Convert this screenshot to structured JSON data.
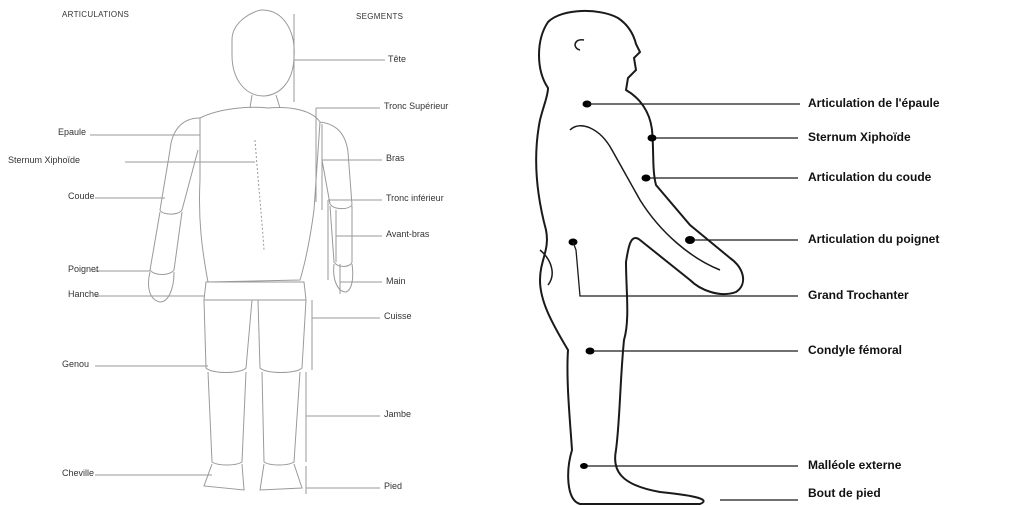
{
  "headers": {
    "articulations": "ARTICULATIONS",
    "segments": "SEGMENTS"
  },
  "left_labels": {
    "epaule": "Epaule",
    "sternum": "Sternum Xiphoïde",
    "coude": "Coude",
    "poignet": "Poignet",
    "hanche": "Hanche",
    "genou": "Genou",
    "cheville": "Cheville"
  },
  "segment_labels": {
    "tete": "Tête",
    "tronc_superieur": "Tronc Supérieur",
    "bras": "Bras",
    "tronc_inferieur": "Tronc inférieur",
    "avant_bras": "Avant-bras",
    "main": "Main",
    "cuisse": "Cuisse",
    "jambe": "Jambe",
    "pied": "Pied"
  },
  "right_labels": {
    "epaule": "Articulation de l'épaule",
    "sternum": "Sternum Xiphoïde",
    "coude": "Articulation du coude",
    "poignet": "Articulation du poignet",
    "trochanter": "Grand Trochanter",
    "condyle": "Condyle fémoral",
    "malleole": "Malléole externe",
    "bout_pied": "Bout de pied"
  },
  "colors": {
    "figure_line": "#9a9a9a",
    "profile_line": "#1a1a1a",
    "marker": "#000000"
  }
}
